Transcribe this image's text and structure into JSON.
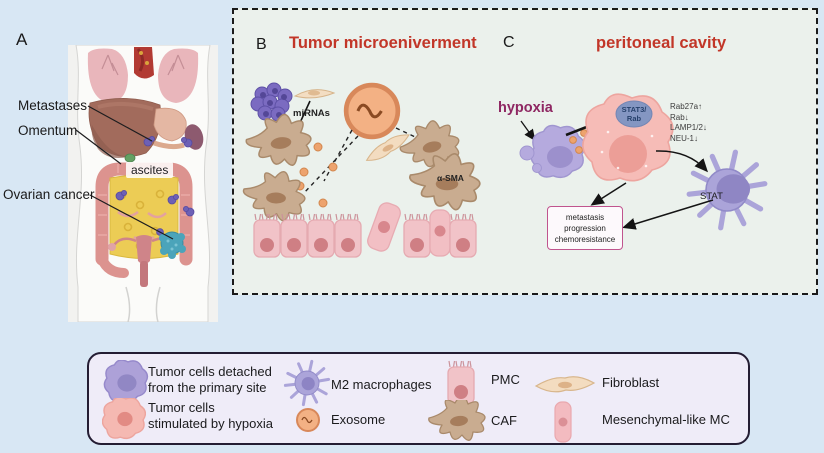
{
  "colors": {
    "page_bg": "#d8e7f4",
    "panel_bg": "#ebf1ec",
    "legend_bg": "#efecf8",
    "title_red": "#c23628",
    "hypoxia_purple": "#8e2762",
    "outcome_border_pink": "#c0548e"
  },
  "panel_a": {
    "label": "A",
    "labels": {
      "metastases": "Metastases",
      "omentum": "Omentum",
      "ascites": "ascites",
      "ovarian_cancer": "Ovarian cancer"
    }
  },
  "panel_b": {
    "label": "B",
    "title": "Tumor microeniverment",
    "annotations": {
      "mirnas": "miRNAs",
      "alpha_sma": "α-SMA"
    }
  },
  "panel_c": {
    "label": "C",
    "title": "peritoneal cavity",
    "annotations": {
      "hypoxia": "hypoxia",
      "stat3_rab": "STAT3/\nRab",
      "rab_changes": [
        "Rab27a↑",
        "Rab↓",
        "LAMP1/2↓",
        "NEU-1↓"
      ],
      "stat": "STAT",
      "outcome_box": "metastasis\nprogression\nchemoresistance"
    }
  },
  "legend": {
    "items": [
      {
        "icon": "tumor-cell-detached-icon",
        "label": "Tumor cells detached\nfrom the primary site"
      },
      {
        "icon": "tumor-cell-hypoxia-icon",
        "label": "Tumor cells\nstimulated by hypoxia"
      },
      {
        "icon": "m2-macrophage-icon",
        "label": "M2 macrophages"
      },
      {
        "icon": "exosome-icon",
        "label": "Exosome"
      },
      {
        "icon": "pmc-icon",
        "label": "PMC"
      },
      {
        "icon": "caf-icon",
        "label": "CAF"
      },
      {
        "icon": "fibroblast-icon",
        "label": "Fibroblast"
      },
      {
        "icon": "mesenchymal-mc-icon",
        "label": "Mesenchymal-like MC"
      }
    ]
  }
}
